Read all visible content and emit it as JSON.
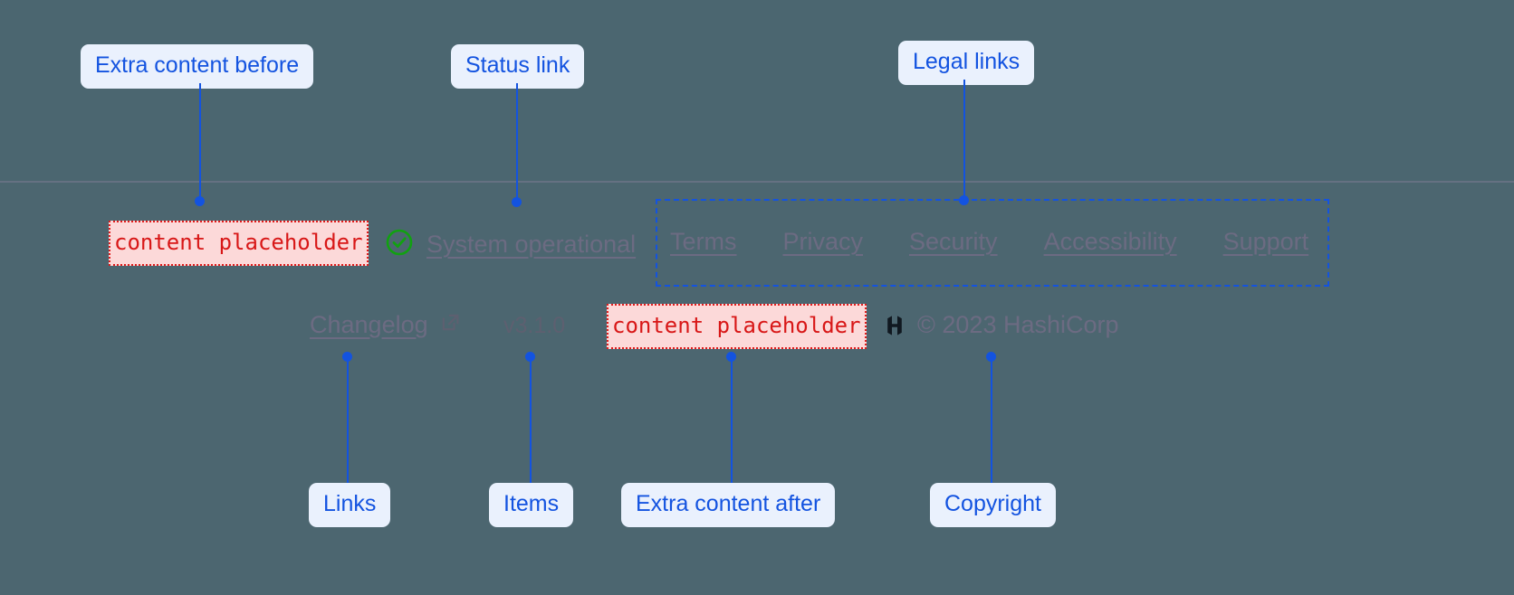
{
  "annotations": {
    "extra_before": "Extra content before",
    "status_link": "Status link",
    "legal_links": "Legal links",
    "links": "Links",
    "items": "Items",
    "extra_after": "Extra content after",
    "copyright": "Copyright"
  },
  "footer": {
    "extra_content_before": "content placeholder",
    "extra_content_after": "content placeholder",
    "status": {
      "icon": "check-circle-icon",
      "label": "System operational",
      "color": "#11a111"
    },
    "legal": [
      {
        "label": "Terms"
      },
      {
        "label": "Privacy"
      },
      {
        "label": "Security"
      },
      {
        "label": "Accessibility"
      },
      {
        "label": "Support"
      }
    ],
    "changelog": {
      "label": "Changelog",
      "icon": "external-link-icon"
    },
    "version": "v3.1.0",
    "logo": "hashicorp-logo",
    "copyright": "© 2023 HashiCorp"
  },
  "colors": {
    "background": "#4c6670",
    "annotation_accent": "#1353e0",
    "annotation_bg": "#eaf1fd",
    "placeholder_border": "#e01b1b",
    "placeholder_bg": "#fcd9d9",
    "placeholder_text": "#d81717",
    "link_text": "#6c6b82",
    "status_ok": "#11a111"
  }
}
